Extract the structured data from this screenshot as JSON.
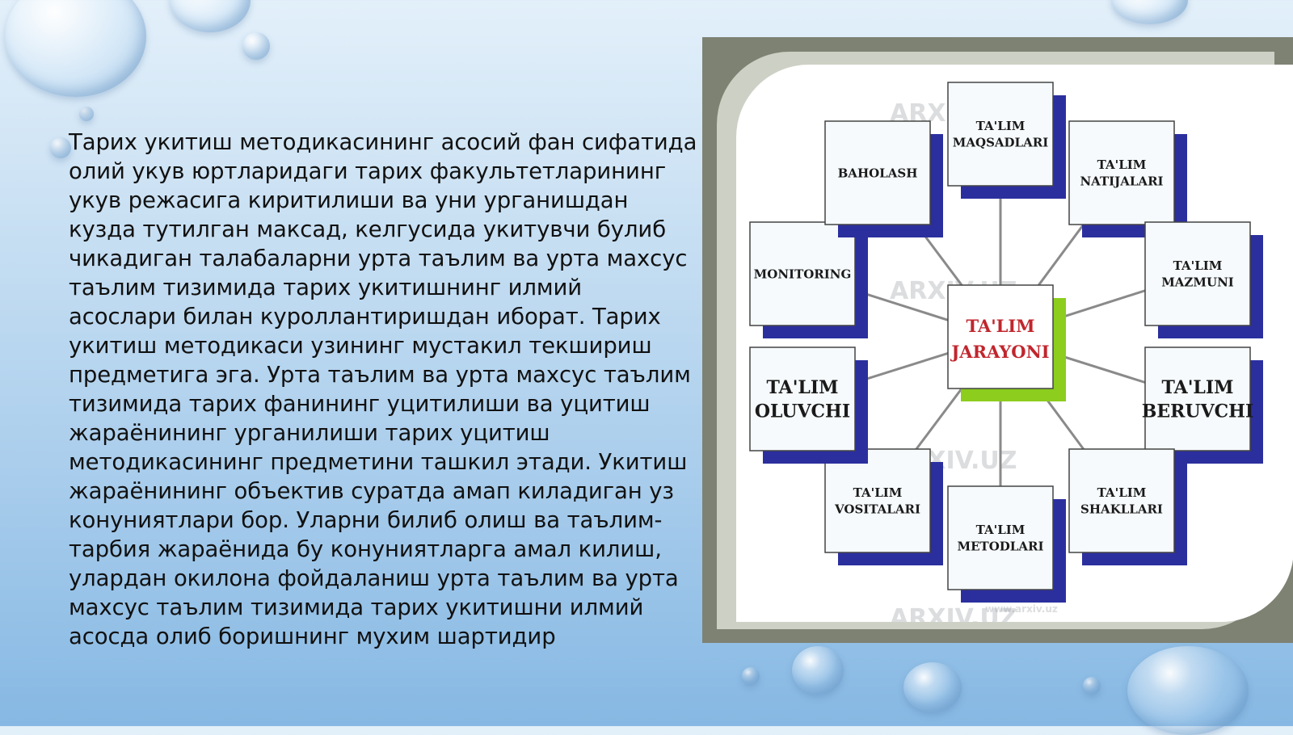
{
  "slide": {
    "paragraph": "Тарих укитиш методикасининг асосий фан сифатида\nолий укув юртларидаги тарих факультетларининг\nукув режасига киритилиши ва уни урганишдан\nкузда тутилган максад, келгусида укитувчи булиб\nчикадиган талабаларни урта таълим ва урта махсус\nтаълим тизимида тарих укитишнинг илмий\nасослари билан куроллантиришдан иборат. Тарих\nукитиш методикаси узининг мустакил текшириш\nпредметига эга. Урта таълим ва урта махсус таълим\nтизимида тарих фанининг уцитилиши ва уцитиш\nжараёнининг урганилиши тарих уцитиш\nметодикасининг предметини ташкил этади. Укитиш\nжараёнининг объектив суратда амап киладиган уз\nконуниятлари бор. Уларни билиб олиш ва таълим-\nтарбия жараёнида бу конуниятларга амал килиш,\nулардан окилона фойдаланиш урта таълим ва урта\nмахсус таълим тизимида тарих укитишни илмий\nасосда олиб боришнинг мухим шартидир"
  },
  "diagram": {
    "watermark": "ARXIV.UZ",
    "footer_url": "www.arxiv.uz",
    "center": {
      "line1": "TA'LIM",
      "line2": "JARAYONI"
    },
    "nodes": [
      {
        "id": "maqsadlari",
        "line1": "TA'LIM",
        "line2": "MAQSADLARI"
      },
      {
        "id": "natijalari",
        "line1": "TA'LIM",
        "line2": "NATIJALARI"
      },
      {
        "id": "mazmuni",
        "line1": "TA'LIM",
        "line2": "MAZMUNI"
      },
      {
        "id": "beruvchi",
        "line1": "TA'LIM",
        "line2": "BERUVCHI"
      },
      {
        "id": "shakllari",
        "line1": "TA'LIM",
        "line2": "SHAKLLARI"
      },
      {
        "id": "metodlari",
        "line1": "TA'LIM",
        "line2": "METODLARI"
      },
      {
        "id": "vositalari",
        "line1": "TA'LIM",
        "line2": "VOSITALARI"
      },
      {
        "id": "oluvchi",
        "line1": "TA'LIM",
        "line2": "OLUVCHI"
      },
      {
        "id": "monitoring",
        "line1": "MONITORING",
        "line2": ""
      },
      {
        "id": "baholash",
        "line1": "BAHOLASH",
        "line2": ""
      }
    ],
    "colors": {
      "shadow": "#2b2f9e",
      "center_accent": "#8ccd1e",
      "center_text": "#c0262d",
      "line": "#8a8a8a"
    }
  }
}
